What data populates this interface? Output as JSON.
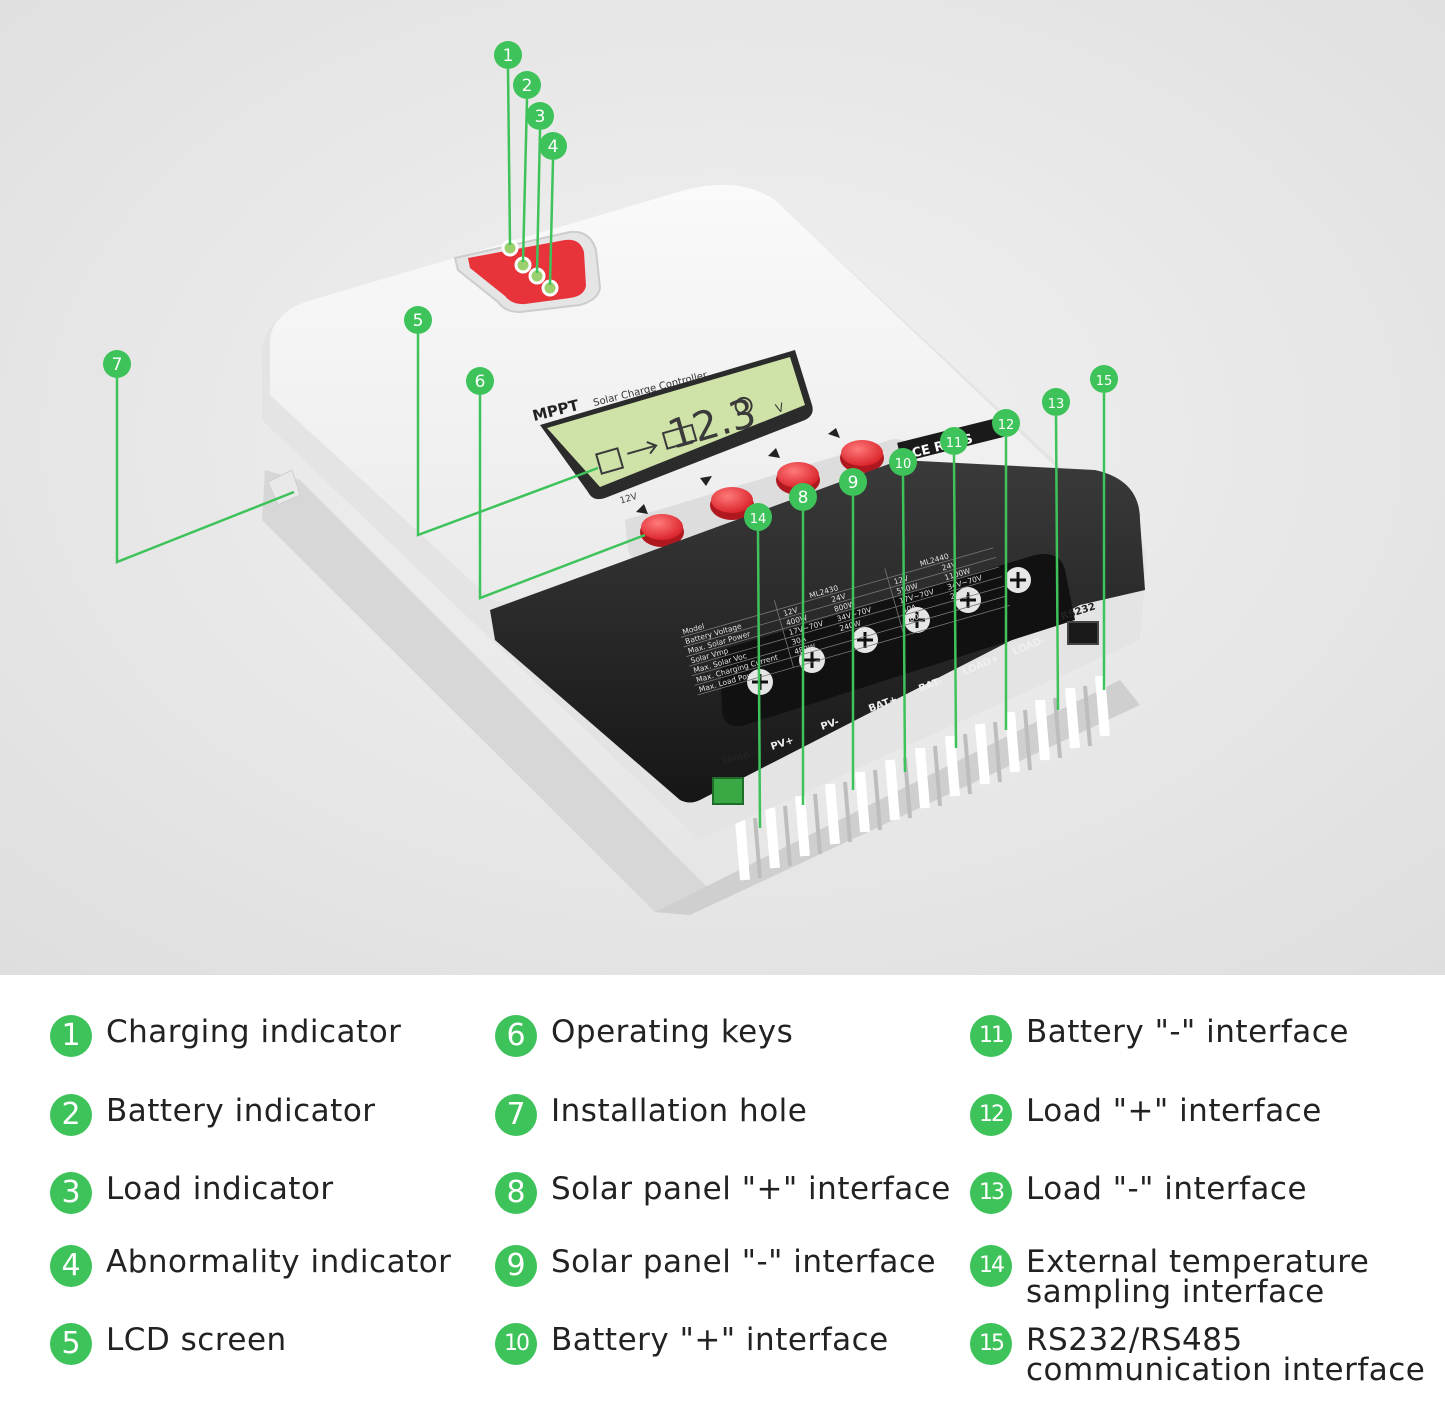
{
  "device": {
    "brand_label": "MPPT",
    "subtitle": "Solar Charge Controller",
    "lcd_value": "12.3",
    "lcd_unit": "V",
    "lcd_voltage": "12V",
    "certification": "CE RoHS",
    "spec_rows": [
      "Model",
      "Battery Voltage",
      "Max. Solar Power",
      "Solar Vmp",
      "Max. Solar Voc",
      "Max. Charging Current",
      "Max. Load Power"
    ],
    "spec_models": [
      "ML2430",
      "ML2440"
    ],
    "spec_values": [
      "12V",
      "24V",
      "400W",
      "800W",
      "17V~70V",
      "34V~70V",
      "30A",
      "240W",
      "480W",
      "12V",
      "24V",
      "550W",
      "1100W",
      "17V~70V",
      "34V~70V",
      "40A",
      "240W",
      "480W"
    ],
    "terminal_labels": [
      "Temp.",
      "PV+",
      "PV-",
      "BAT+",
      "BAT-",
      "LOAD+",
      "LOAD-",
      "RS232"
    ]
  },
  "callouts": [
    "1",
    "2",
    "3",
    "4",
    "5",
    "6",
    "7",
    "8",
    "9",
    "10",
    "11",
    "12",
    "13",
    "14",
    "15"
  ],
  "legend": [
    {
      "num": "1",
      "label": "Charging indicator"
    },
    {
      "num": "2",
      "label": "Battery indicator"
    },
    {
      "num": "3",
      "label": "Load indicator"
    },
    {
      "num": "4",
      "label": "Abnormality indicator"
    },
    {
      "num": "5",
      "label": "LCD screen"
    },
    {
      "num": "6",
      "label": "Operating keys"
    },
    {
      "num": "7",
      "label": "Installation hole"
    },
    {
      "num": "8",
      "label": "Solar panel \"+\" interface"
    },
    {
      "num": "9",
      "label": "Solar panel \"-\" interface"
    },
    {
      "num": "10",
      "label": "Battery \"+\" interface"
    },
    {
      "num": "11",
      "label": "Battery \"-\" interface"
    },
    {
      "num": "12",
      "label": "Load \"+\" interface"
    },
    {
      "num": "13",
      "label": "Load \"-\" interface"
    },
    {
      "num": "14",
      "label": "External temperature\nsampling interface"
    },
    {
      "num": "15",
      "label": "RS232/RS485\ncommunication interface"
    }
  ],
  "colors": {
    "callout_green": "#3ec25a",
    "button_red": "#e8333a",
    "lcd_green": "#cfe3a8",
    "body_white": "#f4f4f4",
    "body_dark": "#222222"
  }
}
